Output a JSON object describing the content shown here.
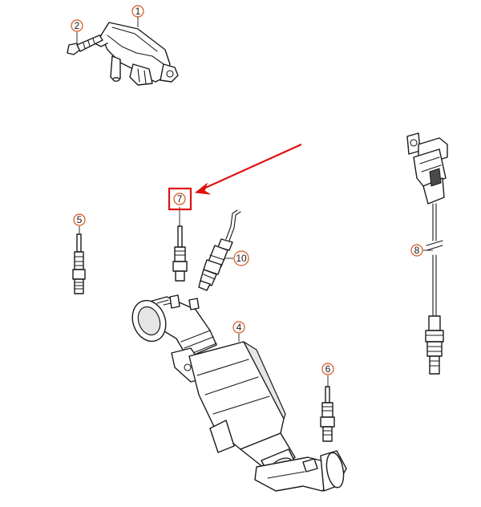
{
  "colors": {
    "callout_ring": "#d9531e",
    "highlight": "#e01010",
    "line": "#1a1a1a"
  },
  "callouts": {
    "c1": "1",
    "c2": "2",
    "c4": "4",
    "c5": "5",
    "c6": "6",
    "c7": "7",
    "c8": "8",
    "c10": "10"
  },
  "highlight": {
    "target": "7",
    "arrow": "red-arrow"
  },
  "parts": [
    {
      "callout": "1",
      "icon": "pressure-sensor-icon"
    },
    {
      "callout": "2",
      "icon": "bolt-icon"
    },
    {
      "callout": "4",
      "icon": "particulate-filter-icon"
    },
    {
      "callout": "5",
      "icon": "temperature-sender-icon"
    },
    {
      "callout": "6",
      "icon": "temperature-sender-icon"
    },
    {
      "callout": "7",
      "icon": "temperature-sender-icon"
    },
    {
      "callout": "8",
      "icon": "lambda-probe-icon"
    },
    {
      "callout": "10",
      "icon": "lambda-probe-icon"
    }
  ]
}
